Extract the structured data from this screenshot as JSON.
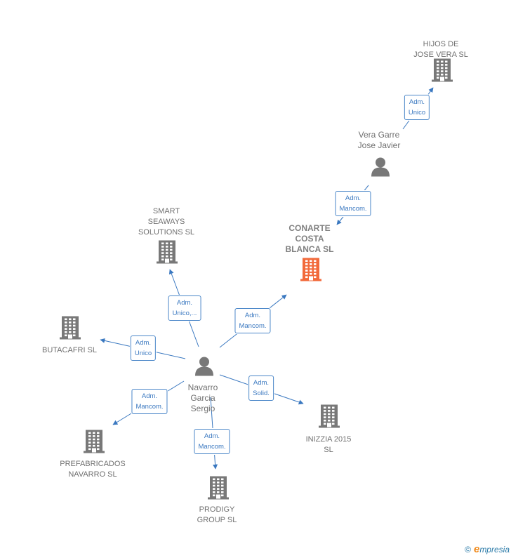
{
  "nodes": [
    {
      "id": "hijos",
      "type": "company",
      "label": "HIJOS DE\nJOSE VERA  SL",
      "color": "#787878"
    },
    {
      "id": "vera",
      "type": "person",
      "label": "Vera Garre\nJose Javier",
      "color": "#787878"
    },
    {
      "id": "conarte",
      "type": "company",
      "label": "CONARTE\nCOSTA\nBLANCA  SL",
      "color": "#f26a3b",
      "focus": true
    },
    {
      "id": "smart",
      "type": "company",
      "label": "SMART\nSEAWAYS\nSOLUTIONS SL",
      "color": "#787878"
    },
    {
      "id": "butacafri",
      "type": "company",
      "label": "BUTACAFRI  SL",
      "color": "#787878"
    },
    {
      "id": "navarro",
      "type": "person",
      "label": "Navarro\nGarcia\nSergio",
      "color": "#787878"
    },
    {
      "id": "prefabricados",
      "type": "company",
      "label": "PREFABRICADOS\nNAVARRO  SL",
      "color": "#787878"
    },
    {
      "id": "prodigy",
      "type": "company",
      "label": "PRODIGY\nGROUP  SL",
      "color": "#787878"
    },
    {
      "id": "inizzia",
      "type": "company",
      "label": "INIZZIA 2015\nSL",
      "color": "#787878"
    }
  ],
  "edges": [
    {
      "from": "vera",
      "to": "hijos",
      "label": "Adm.\nUnico"
    },
    {
      "from": "vera",
      "to": "conarte",
      "label": "Adm.\nMancom."
    },
    {
      "from": "navarro",
      "to": "conarte",
      "label": "Adm.\nMancom."
    },
    {
      "from": "navarro",
      "to": "smart",
      "label": "Adm.\nUnico,..."
    },
    {
      "from": "navarro",
      "to": "butacafri",
      "label": "Adm.\nUnico"
    },
    {
      "from": "navarro",
      "to": "prefabricados",
      "label": "Adm.\nMancom."
    },
    {
      "from": "navarro",
      "to": "prodigy",
      "label": "Adm.\nMancom."
    },
    {
      "from": "navarro",
      "to": "inizzia",
      "label": "Adm.\nSolid."
    }
  ],
  "colors": {
    "edge": "#3a78c0",
    "company": "#787878",
    "focus": "#f26a3b"
  },
  "footer": {
    "copyright": "©",
    "brand_initial": "e",
    "brand_rest": "mpresia"
  }
}
